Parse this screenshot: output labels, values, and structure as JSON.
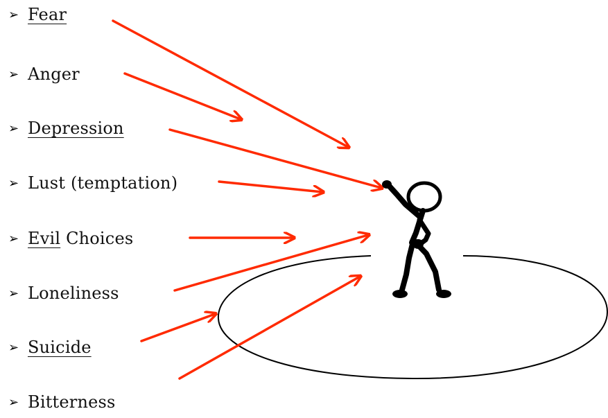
{
  "items": [
    {
      "bullet": "➢",
      "text": "Fear",
      "underlined": true
    },
    {
      "bullet": "➢",
      "text": "Anger",
      "underlined": false
    },
    {
      "bullet": "➢",
      "text": "Depression",
      "underlined": true
    },
    {
      "bullet": "➢",
      "text": "Lust (temptation)",
      "underlined": false
    },
    {
      "bullet": "➢",
      "text_part1": "Evil",
      "text_part2": " Choices",
      "underlined_part": "Evil"
    },
    {
      "bullet": "➢",
      "text": "Loneliness",
      "underlined": false
    },
    {
      "bullet": "➢",
      "text": "Suicide",
      "underlined": true
    },
    {
      "bullet": "➢",
      "text": "Bitterness",
      "underlined": false
    }
  ],
  "colors": {
    "arrow": "#ff2a00",
    "text": "#111111",
    "figure": "#000000"
  }
}
